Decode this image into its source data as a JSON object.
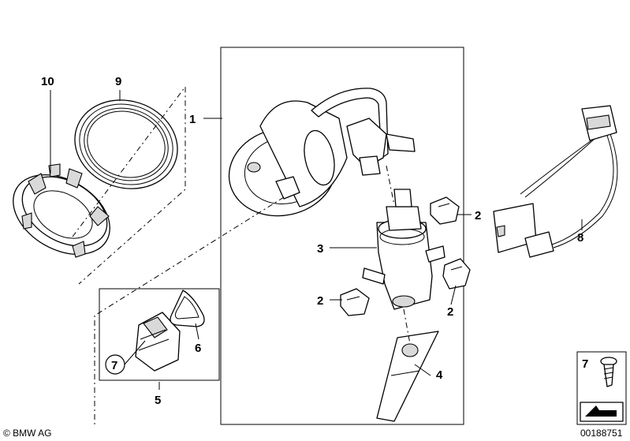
{
  "diagram": {
    "callouts": {
      "c1": "1",
      "c2a": "2",
      "c2b": "2",
      "c2c": "2",
      "c3": "3",
      "c4": "4",
      "c5": "5",
      "c6": "6",
      "c7": "7",
      "c8": "8",
      "c9": "9",
      "c10": "10",
      "c7_legend": "7"
    },
    "copyright": "© BMW AG",
    "diagram_number": "00188751"
  }
}
